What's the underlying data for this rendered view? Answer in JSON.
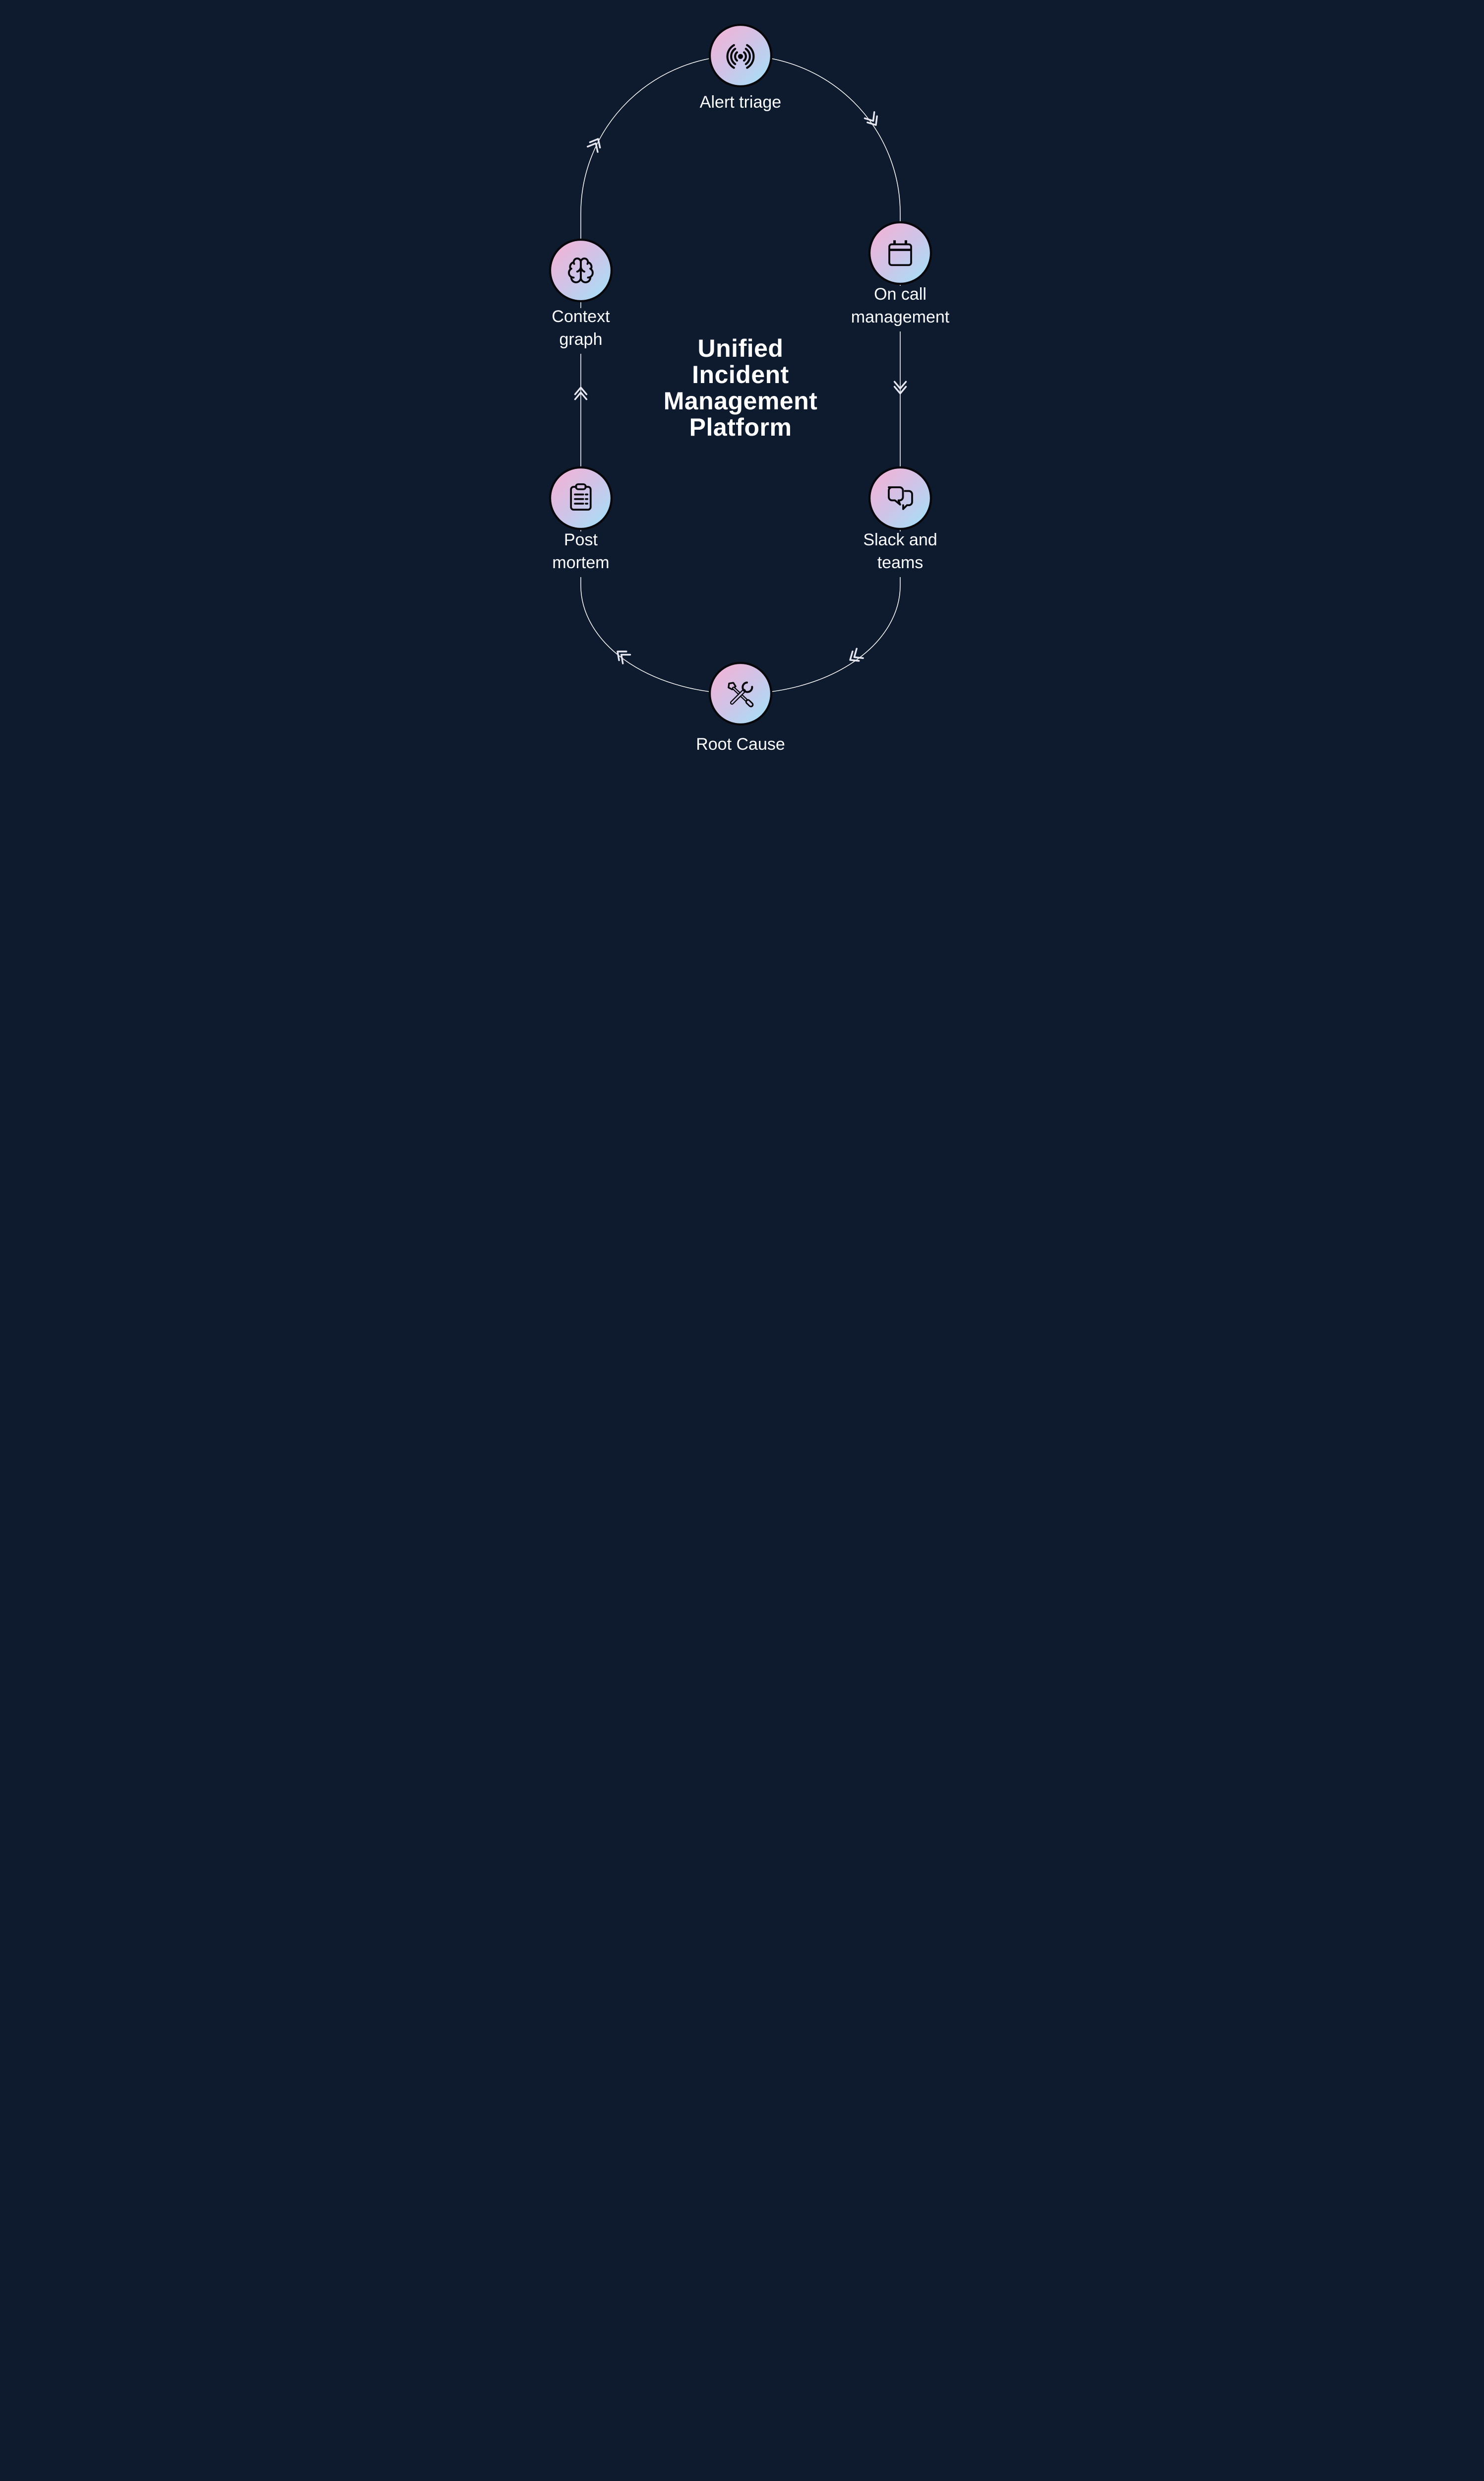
{
  "page": {
    "background_color": "#0e1b2e",
    "line_color": "#ffffff",
    "arrow_color": "#e6e7f0",
    "node_gradient_start": "#f7b1d4",
    "node_gradient_mid": "#cfc4e8",
    "node_gradient_end": "#a2e2f8",
    "node_outline_color": "#07070c",
    "icon_color": "#07070c",
    "text_color": "#ffffff"
  },
  "diagram": {
    "center_title": {
      "line1": "Unified",
      "line2": "Incident",
      "line3": "Management",
      "line4": "Platform"
    },
    "nodes": {
      "alert_triage": {
        "label_line1": "Alert triage",
        "icon": "broadcast-signal-icon"
      },
      "on_call": {
        "label_line1": "On call",
        "label_line2": "management",
        "icon": "calendar-icon"
      },
      "slack_teams": {
        "label_line1": "Slack and",
        "label_line2": "teams",
        "icon": "chat-bubbles-icon"
      },
      "root_cause": {
        "label_line1": "Root Cause",
        "icon": "tools-icon"
      },
      "post_mortem": {
        "label_line1": "Post",
        "label_line2": "mortem",
        "icon": "clipboard-icon"
      },
      "context_graph": {
        "label_line1": "Context",
        "label_line2": "graph",
        "icon": "brain-icon"
      }
    },
    "flow_order": "Alert triage > On call management > Slack and teams > Root Cause > Post mortem > Context graph > Alert triage"
  }
}
